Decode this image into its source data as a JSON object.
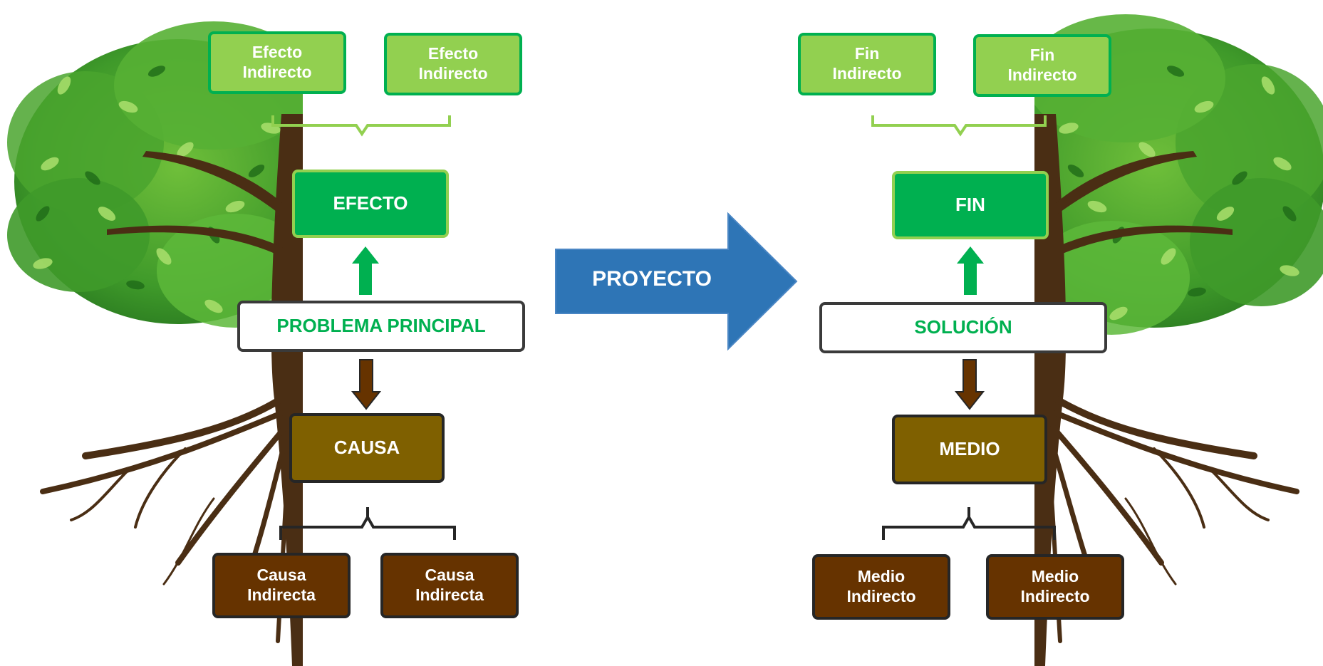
{
  "colors": {
    "light_green": "#92d050",
    "green": "#00b050",
    "olive": "#7f6000",
    "brown": "#663300",
    "blue_arrow": "#2e75b6",
    "bark": "#4a2e14"
  },
  "problem_tree": {
    "indirect_effects": [
      "Efecto\nIndirecto",
      "Efecto\nIndirecto"
    ],
    "effect": "EFECTO",
    "main_problem": "PROBLEMA PRINCIPAL",
    "cause": "CAUSA",
    "indirect_causes": [
      "Causa\nIndirecta",
      "Causa\nIndirecta"
    ]
  },
  "transition": {
    "label": "PROYECTO"
  },
  "objective_tree": {
    "indirect_ends": [
      "Fin\nIndirecto",
      "Fin\nIndirecto"
    ],
    "end": "FIN",
    "solution": "SOLUCIÓN",
    "means": "MEDIO",
    "indirect_means": [
      "Medio\nIndirecto",
      "Medio\nIndirecto"
    ]
  }
}
